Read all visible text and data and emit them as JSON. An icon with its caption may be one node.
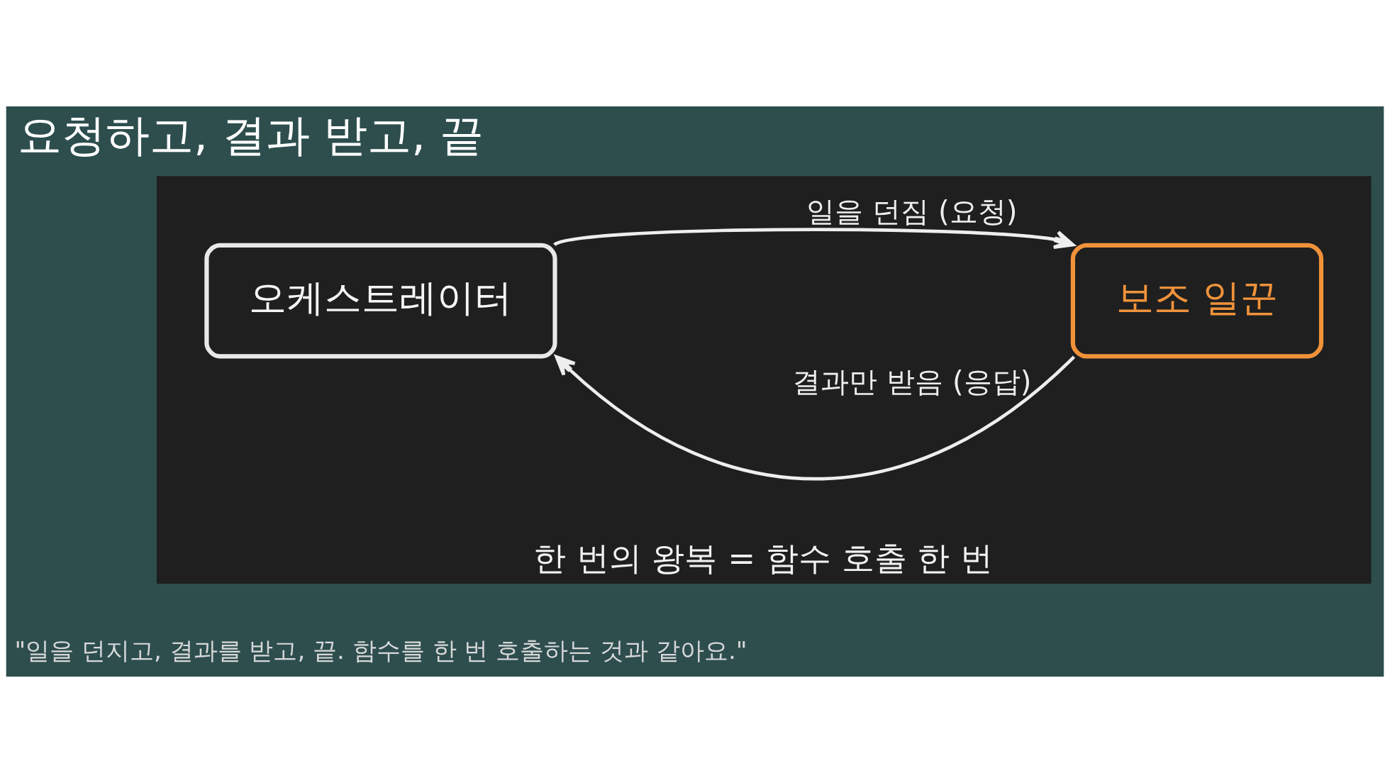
{
  "diagram": {
    "title": "요청하고, 결과 받고, 끝",
    "caption": "\"일을 던지고, 결과를 받고, 끝. 함수를 한 번 호출하는 것과 같아요.\"",
    "nodes": [
      {
        "text": [
          "한 번의 왕복 = 함수 호출 한 번"
        ]
      },
      {
        "text": [
          "오케스트레이터"
        ],
        "in": 0
      },
      {
        "text": [
          "보조 일꾼"
        ],
        "in": 0
      }
    ],
    "edges": [
      {
        "from": 1,
        "to": 2,
        "arrow": "to",
        "label": "일을 던짐 (요청)"
      },
      {
        "from": 2,
        "to": 1,
        "arrow": "to",
        "label": "결과만 받음 (응답)"
      }
    ]
  }
}
